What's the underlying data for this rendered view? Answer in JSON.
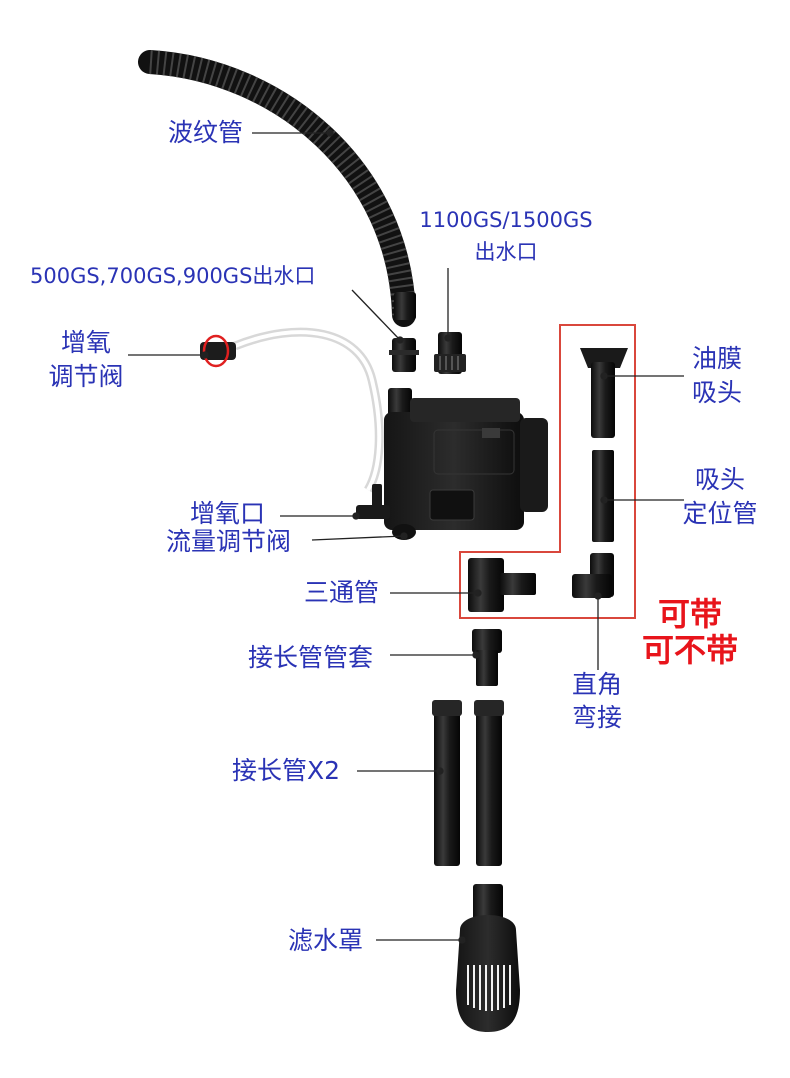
{
  "labels": {
    "corrugated_hose": "波纹管",
    "outlet_large_model": "1100GS/1500GS",
    "outlet_large_suffix": "出水口",
    "outlet_small_models": "500GS,700GS,900GS出水口",
    "air_valve_line1": "增氧",
    "air_valve_line2": "调节阀",
    "oil_skimmer_line1": "油膜",
    "oil_skimmer_line2": "吸头",
    "suction_holder_line1": "吸头",
    "suction_holder_line2": "定位管",
    "air_inlet": "增氧口",
    "flow_valve": "流量调节阀",
    "tee_pipe": "三通管",
    "extension_sleeve": "接长管管套",
    "elbow_line1": "直角",
    "elbow_line2": "弯接",
    "extension_pipe": "接长管X2",
    "filter_cover": "滤水罩"
  },
  "optional_note": {
    "line1": "可带",
    "line2": "可不带"
  },
  "colors": {
    "label": "#2a33b5",
    "optional": "#e8141b",
    "frame": "#d9473c",
    "part": "#1c1c1c"
  }
}
